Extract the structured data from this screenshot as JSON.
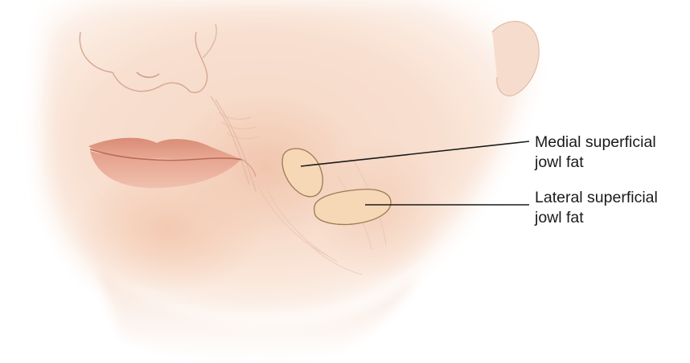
{
  "labels": {
    "medial": {
      "line1": "Medial superficial",
      "line2": "jowl fat"
    },
    "lateral": {
      "line1": "Lateral superficial",
      "line2": "jowl fat"
    }
  },
  "colors": {
    "background": "#ffffff",
    "skin_light": "#fbe9df",
    "skin_mid": "#f5d2bd",
    "skin_shadow": "#e9b49a",
    "lip": "#e7a58f",
    "lip_dark": "#c97a66",
    "fat_pad_fill": "#f6d8b6",
    "fat_pad_stroke": "#9c7a52",
    "leader_line": "#1a1a1a"
  }
}
